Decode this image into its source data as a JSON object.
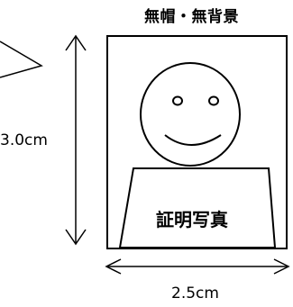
{
  "caption": "無帽・無背景",
  "height_label": "3.0cm",
  "width_label": "2.5cm",
  "photo_label": "証明写真"
}
